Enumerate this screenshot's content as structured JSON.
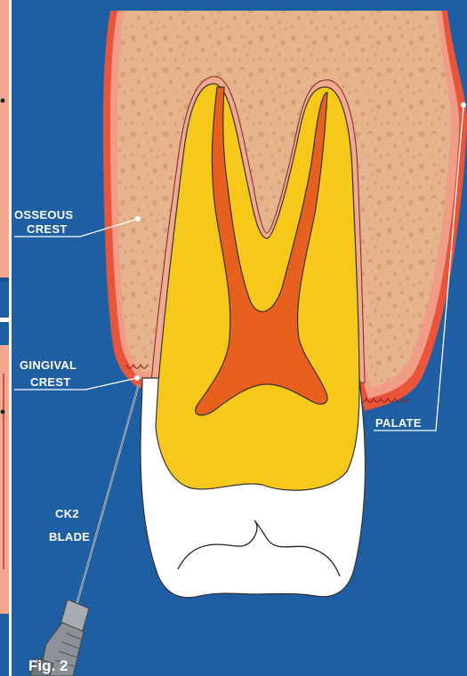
{
  "figure": {
    "caption": "Fig. 2",
    "labels": {
      "osseous_crest": [
        "OSSEOUS",
        "CREST"
      ],
      "gingival_crest": [
        "GINGIVAL",
        "CREST"
      ],
      "ck2_blade": [
        "CK2",
        "BLADE"
      ],
      "palate": "PALATE"
    }
  },
  "colors": {
    "background": "#1e5fa3",
    "side_panel": "#f2a88e",
    "gum": "#e8553a",
    "bone": "#e6b48c",
    "dentin": "#f7c81a",
    "pulp": "#e8601e",
    "enamel": "#ffffff",
    "label_text": "#ffffff",
    "leader_line": "#ffffff"
  }
}
